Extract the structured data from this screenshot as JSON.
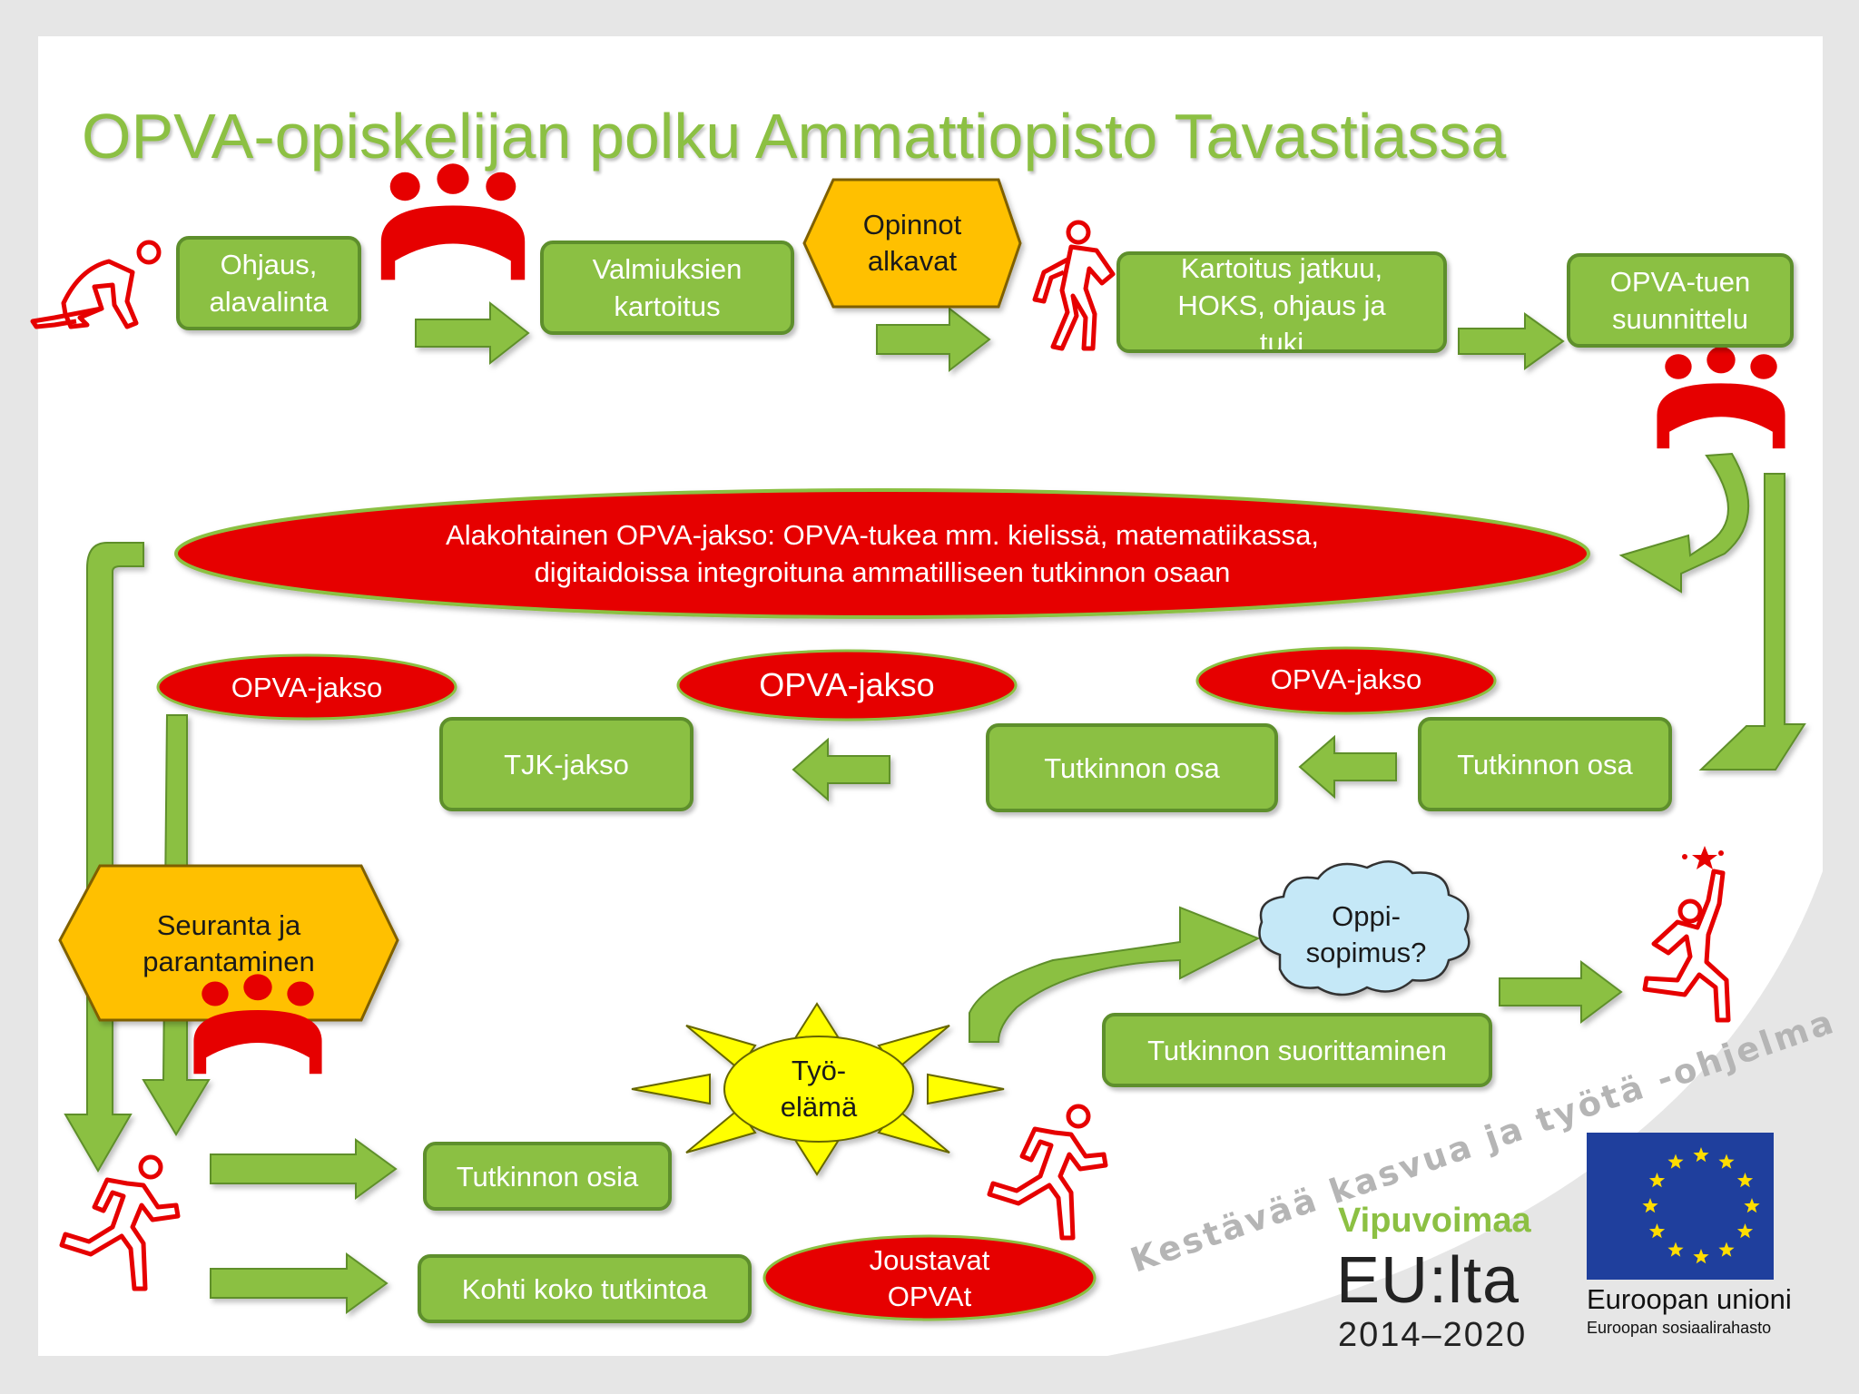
{
  "title": "OPVA-opiskelijan polku Ammattiopisto Tavastiassa",
  "boxes": {
    "ohjaus": "Ohjaus,\nalavalinta",
    "valmiuksien": "Valmiuksien\nkartoitus",
    "kartoitus": "Kartoitus jatkuu,\nHOKS, ohjaus ja\ntuki",
    "suunnittelu": "OPVA-tuen\nsuunnittelu",
    "tutkinnon_osa_1": "Tutkinnon osa",
    "tutkinnon_osa_2": "Tutkinnon osa",
    "tjk": "TJK-jakso",
    "tutkinnon_osia": "Tutkinnon osia",
    "kohti": "Kohti koko tutkintoa",
    "suorittaminen": "Tutkinnon suorittaminen"
  },
  "hexagons": {
    "opinnot": "Opinnot\nalkavat",
    "seuranta": "Seuranta ja\nparantaminen"
  },
  "ellipses": {
    "main": "Alakohtainen OPVA-jakso: OPVA-tukea mm. kielissä, matematiikassa,\ndigitaidoissa integroituna ammatilliseen tutkinnon osaan",
    "jakso_left": "OPVA-jakso",
    "jakso_middle": "OPVA-jakso",
    "jakso_right": "OPVA-jakso",
    "joustavat": "Joustavat\nOPVAt"
  },
  "sun_label": "Työ-\nelämä",
  "cloud_label": "Oppi-\nsopimus?",
  "watermark": "Kestävää kasvua ja työtä -ohjelma",
  "logos": {
    "vipuvoimaa": "Vipuvoimaa",
    "eulta": "EU:lta",
    "years": "2014–2020",
    "eu_name": "Euroopan unioni",
    "eu_fund": "Euroopan sosiaalirahasto"
  },
  "colors": {
    "green": "#8bc043",
    "green_border": "#5e8f2c",
    "arrow_green": "#8bc043",
    "red": "#e60000",
    "orange": "#ffc000",
    "yellow": "#ffff00",
    "cloud": "#c5e8f7",
    "eu_blue": "#1f3f9d",
    "eu_star": "#ffdd00"
  },
  "icons": [
    "start-runner-icon",
    "group-meeting-icon",
    "walking-person-icon",
    "running-person-icon",
    "celebrating-person-icon",
    "sun-icon",
    "cloud-icon",
    "eu-flag-icon"
  ]
}
